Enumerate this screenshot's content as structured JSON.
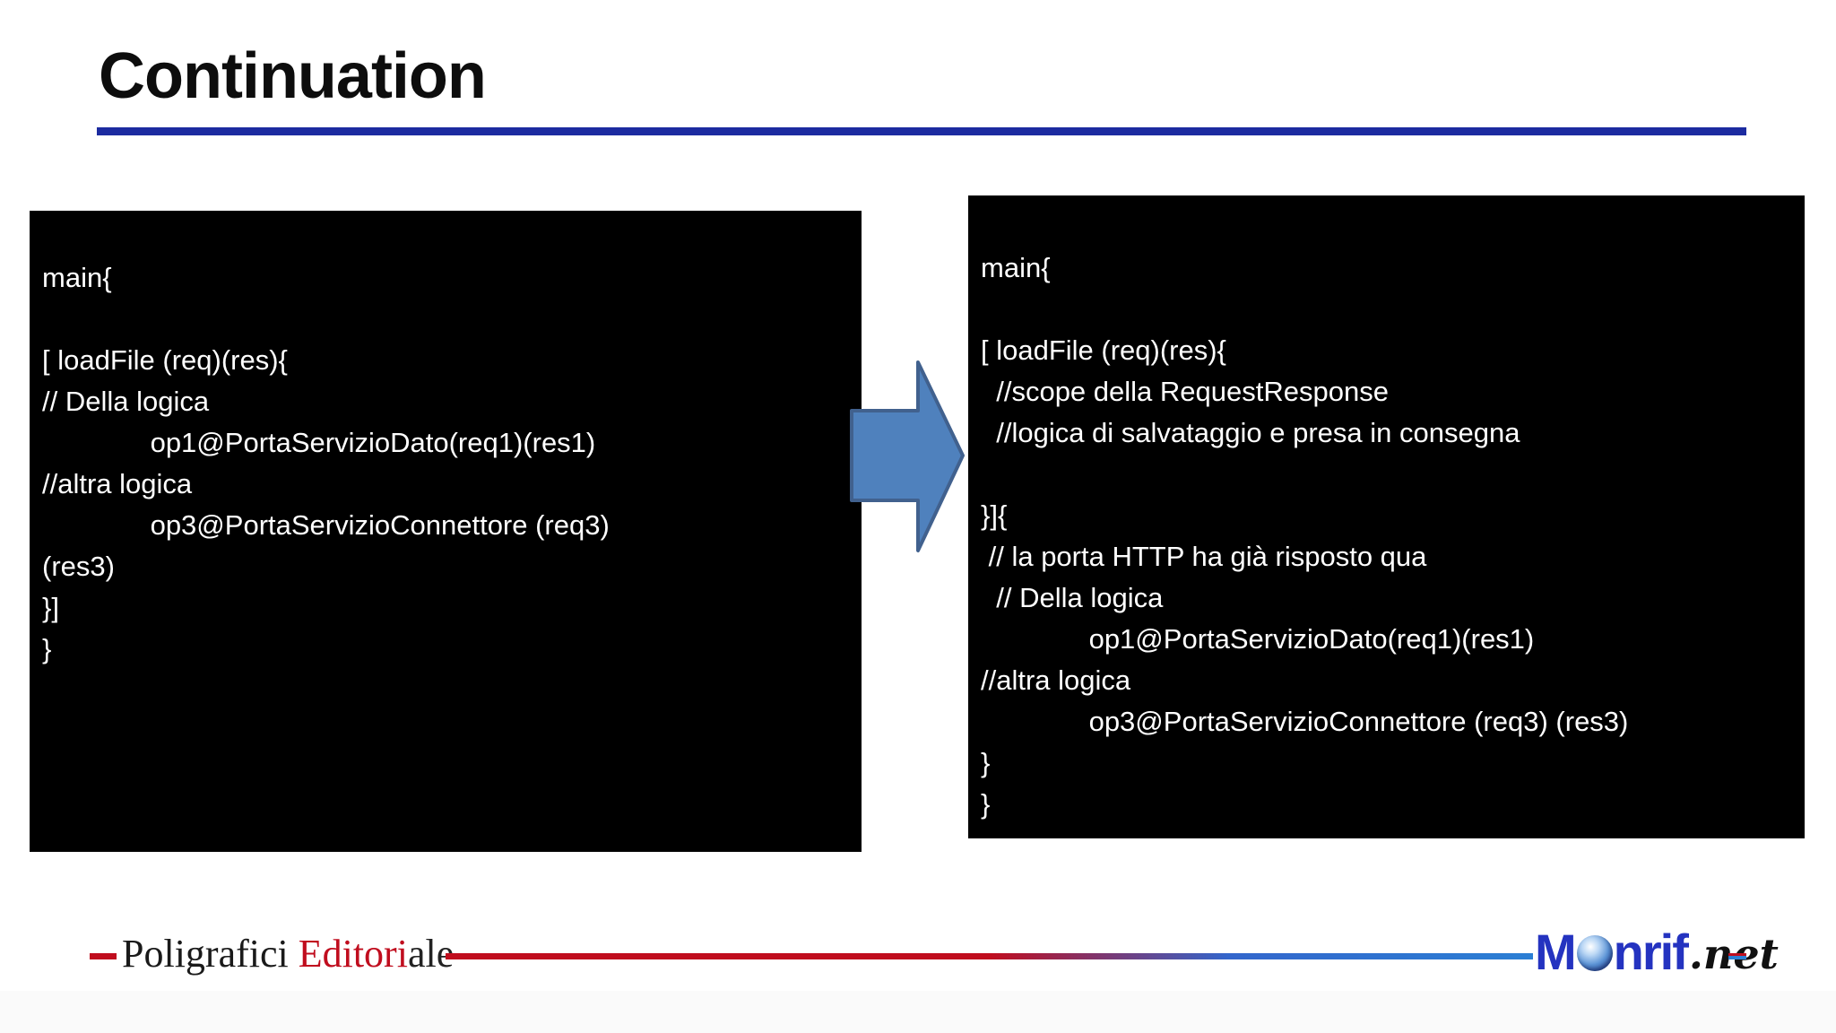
{
  "slide": {
    "title": "Continuation"
  },
  "code_blocks": {
    "left": {
      "lines": [
        "main{",
        "",
        "[ loadFile (req)(res){",
        "// Della logica",
        "              op1@PortaServizioDato(req1)(res1)",
        "//altra logica",
        "              op3@PortaServizioConnettore (req3)",
        "(res3)",
        "}]",
        "}"
      ]
    },
    "right": {
      "lines": [
        "main{",
        "",
        "[ loadFile (req)(res){",
        "  //scope della RequestResponse",
        "  //logica di salvataggio e presa in consegna",
        "",
        "}]{",
        " // la porta HTTP ha già risposto qua",
        "  // Della logica",
        "              op1@PortaServizioDato(req1)(res1)",
        "//altra logica",
        "              op3@PortaServizioConnettore (req3) (res3)",
        "}",
        "}"
      ]
    }
  },
  "footer": {
    "publisher": {
      "name_black": "Poligrafici ",
      "name_red": "Editori",
      "name_dark": "ale"
    },
    "monrif": {
      "m": "M",
      "nrif": "nrif",
      "net": ".net"
    }
  },
  "icons": {
    "arrow": "right-arrow",
    "globe": "globe"
  },
  "colors": {
    "title_underline": "#1c2ba0",
    "arrow_fill": "#4f81bd",
    "arrow_stroke": "#41618e",
    "footer_red": "#c00d1e",
    "footer_blue": "#2b7fd4",
    "monrif_blue": "#2433c0",
    "code_bg": "#000000",
    "code_text": "#ffffff"
  }
}
